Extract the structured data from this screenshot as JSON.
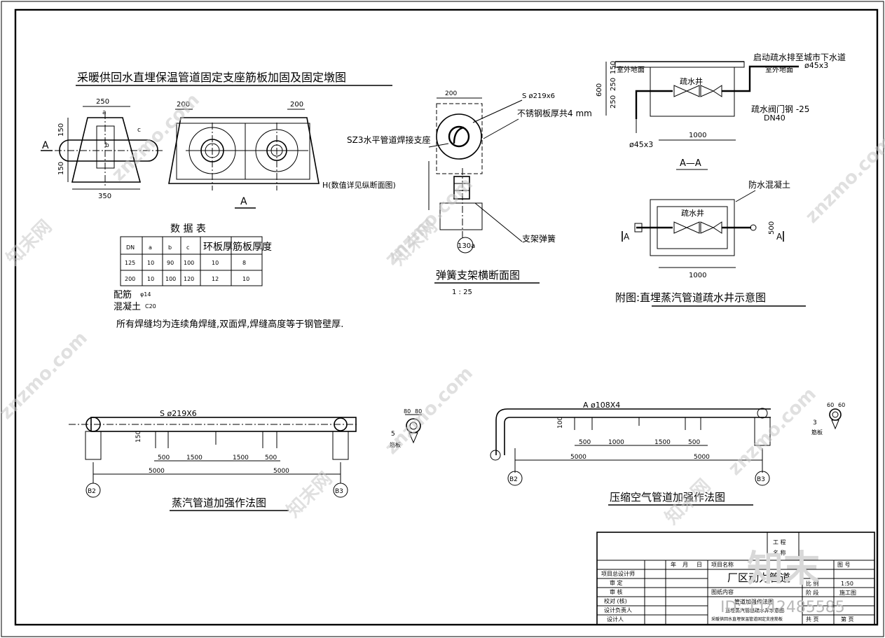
{
  "drawing": {
    "title_anchor": "采暖供回水直埋保温管道固定支座筋板加固及固定墩图",
    "anchor_dims": {
      "top": "250",
      "bottom": "350",
      "upper": "150",
      "lower": "150",
      "a": "a",
      "b": "b",
      "c": "c",
      "left_200": "200",
      "right_200": "200"
    },
    "section_mark_a": "A",
    "section_mark_a_left": "A",
    "data_table": {
      "caption": "数 据 表",
      "overlay_header": "环板厚筋板厚度",
      "headers": [
        "DN",
        "a",
        "b",
        "c",
        "环板厚",
        "筋板厚度"
      ],
      "rows": [
        [
          "125",
          "10",
          "90",
          "100",
          "10",
          "8"
        ],
        [
          "200",
          "10",
          "100",
          "120",
          "12",
          "10"
        ]
      ]
    },
    "rebar": "配筋",
    "rebar_spec": "φ14",
    "concrete": "混凝土",
    "concrete_spec": "C20",
    "weld_note": "所有焊缝均为连续角焊缝,双面焊,焊缝高度等于钢管壁厚.",
    "spring": {
      "title": "弹簧支架横断面图",
      "scale": "1 : 25",
      "dim_200": "200",
      "pipe_spec": "S ø219x6",
      "plate_note": "不锈钢板厚共4 mm",
      "support_note": "SZ3水平管道焊接支座",
      "h_note": "H(数值详见纵断面图)",
      "axis_label": "130a",
      "spring_label": "支架弹簧"
    },
    "drain": {
      "title": "附图:直埋蒸汽管道疏水井示意图",
      "outlet_note": "启动疏水排至城市下水道",
      "ground_left": "室外地面",
      "ground_right": "室外地面",
      "pipe_top_right": "ø45x3",
      "pipe_bottom_left": "ø45x3",
      "well": "疏水井",
      "valve": "疏水阀门",
      "valve_spec": "DN40",
      "steel": "钢 -25",
      "dims": {
        "d600": "600",
        "d250a": "250",
        "d250b": "250",
        "d150": "150",
        "d1000": "1000",
        "d500": "500",
        "d1000b": "1000"
      },
      "section_label": "A—A",
      "plan_waterproof": "防水混凝土",
      "plan_well": "疏水井",
      "plan_a_left": "A",
      "plan_a_right": "A"
    },
    "steam": {
      "title": "蒸汽管道加强作法图",
      "pipe_spec": "S ø219X6",
      "dims": [
        "500",
        "1500",
        "1500",
        "500"
      ],
      "height": "150",
      "spans": [
        "5000",
        "5000"
      ],
      "axis_left": "B2",
      "axis_right": "B3",
      "detail_dims": [
        "80",
        "80"
      ],
      "detail_side": "5",
      "detail_label": "筋板"
    },
    "air": {
      "title": "压缩空气管道加强作法图",
      "pipe_spec": "A ø108X4",
      "dims": [
        "500",
        "1000",
        "1500",
        "500"
      ],
      "height": "100",
      "spans": [
        "5000",
        "5000"
      ],
      "axis_left": "B2",
      "axis_right": "B3",
      "detail_dims": [
        "60",
        "60"
      ],
      "detail_side": "3",
      "detail_label": "筋板"
    },
    "title_block": {
      "eng_label_1": "工 程",
      "eng_label_2": "名 称",
      "roles": [
        "项目总设计师",
        "审 定",
        "审 核",
        "校对 (核)",
        "设计负责人",
        "设计人"
      ],
      "date_cols": [
        "年",
        "月",
        "日"
      ],
      "project_label": "项目名称",
      "project_name": "厂区动力管道",
      "sheet_label": "图 号",
      "content_label": "图纸内容",
      "content_lines": [
        "管道加强作法图",
        "直埋蒸汽管道疏水井示意图",
        "采暖供回水直埋保温管道固定支座筋板"
      ],
      "scale_label": "比 例",
      "scale_value": "1:50",
      "stage_label": "阶 段",
      "stage_value": "施工图",
      "total_label": "共 页",
      "page_label": "第 页"
    },
    "watermark": {
      "text": "znzmo.com",
      "brand": "知末网",
      "logo": "知末",
      "id": "ID: 1142485585"
    }
  }
}
